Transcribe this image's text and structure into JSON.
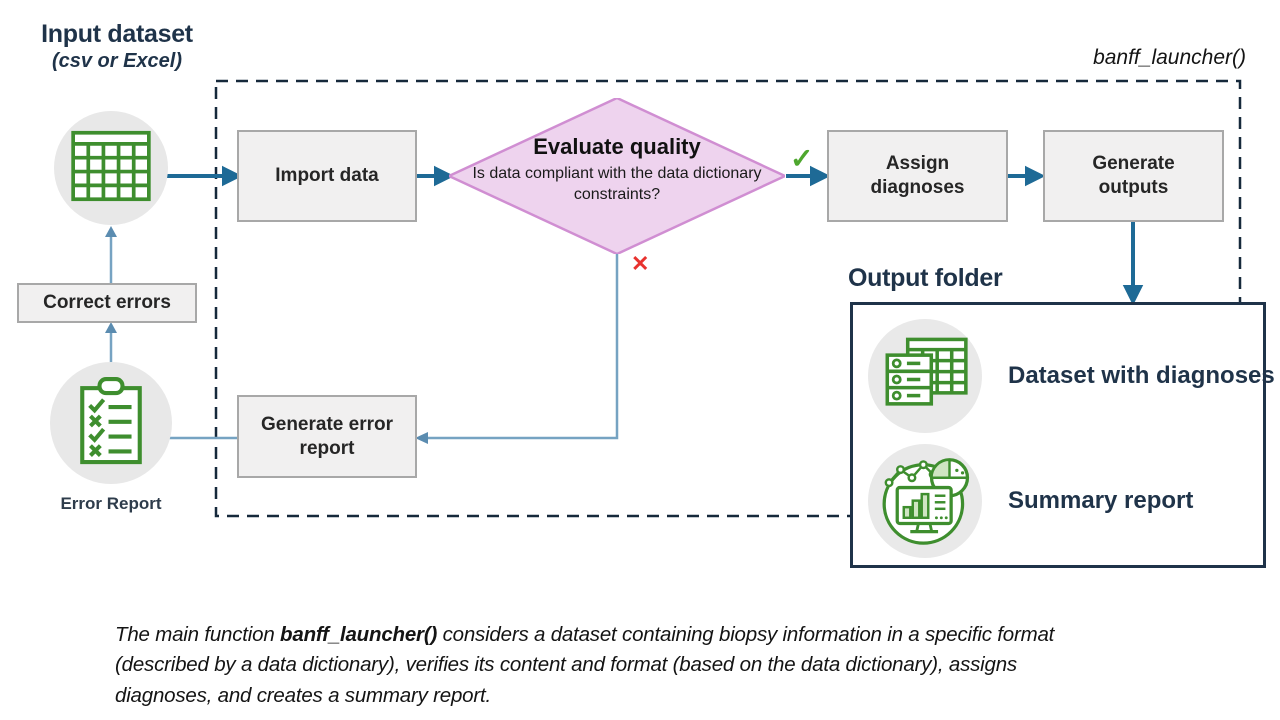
{
  "colors": {
    "navy": "#1f3349",
    "teal_arrow": "#1e6a96",
    "steel_line": "#76a3c2",
    "icon_green": "#3e8e2e",
    "check_green": "#4ea72e",
    "cross_red": "#e8322e",
    "diamond_fill": "#eed3ee",
    "diamond_border": "#d08ed2",
    "box_fill": "#f1f0f0",
    "box_border": "#a8a8a8",
    "circle_gray": "#e8e8e8"
  },
  "input": {
    "title": "Input dataset",
    "subtitle": "(csv or Excel)"
  },
  "function_label": "banff_launcher()",
  "nodes": {
    "import_data": "Import data",
    "evaluate_title": "Evaluate quality",
    "evaluate_question": "Is data compliant with the data dictionary constraints?",
    "assign_diagnoses": "Assign diagnoses",
    "generate_outputs": "Generate outputs",
    "generate_error_report": "Generate error report",
    "correct_errors": "Correct errors",
    "error_report_label": "Error Report"
  },
  "marks": {
    "check": "✓",
    "cross": "✕"
  },
  "output_folder": {
    "title": "Output folder",
    "items": [
      {
        "label": "Dataset with diagnoses",
        "icon": "dataset-table-icon"
      },
      {
        "label": "Summary report",
        "icon": "summary-report-icon"
      }
    ]
  },
  "note": {
    "prefix": "The main function ",
    "func": "banff_launcher()",
    "suffix": " considers a dataset containing biopsy information in a specific format (described by a data dictionary), verifies its content and format (based on the data dictionary), assigns diagnoses, and creates a summary report."
  }
}
